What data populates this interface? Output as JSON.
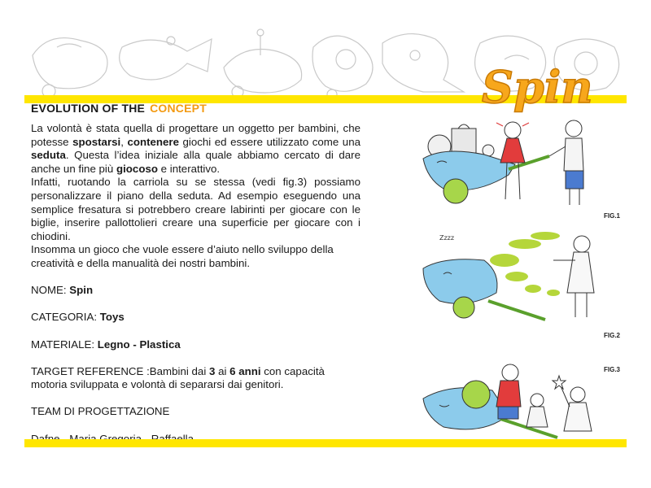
{
  "header": {
    "title_prefix": "EVOLUTION OF THE",
    "title_accent": "CONCEPT",
    "logo_text": "Spin"
  },
  "colors": {
    "accent_orange": "#f39a12",
    "bar_yellow": "#ffe600",
    "product_blue": "#7fc4e8",
    "wheel_green": "#9acd32"
  },
  "intro": {
    "p1_a": "La volontà è stata quella di progettare un oggetto per bambini, che potesse ",
    "p1_b1": "spostarsi",
    "p1_c": ", ",
    "p1_b2": "contenere",
    "p1_d": " giochi ed essere utilizzato come una ",
    "p1_b3": "seduta",
    "p1_e": ". Questa l’idea iniziale alla quale abbiamo cercato di dare anche un fine più ",
    "p1_b4": "giocoso",
    "p1_f": " e interattivo.",
    "p2": "Infatti, ruotando la carriola su se stessa (vedi fig.3) possiamo personalizzare il piano della seduta. Ad esempio eseguendo una semplice fresatura si potrebbero creare labirinti per giocare con le biglie, inserire pallottolieri creare una superficie per giocare con i chiodini.",
    "p3": "Insomma un gioco che vuole essere d’aiuto nello sviluppo della creatività e della manualità dei nostri bambini."
  },
  "fields": {
    "nome_label": "NOME: ",
    "nome_value": "Spin",
    "categoria_label": "CATEGORIA: ",
    "categoria_value": "Toys",
    "materiale_label": "MATERIALE: ",
    "materiale_value": "Legno - Plastica",
    "target_a": "TARGET REFERENCE :Bambini dai ",
    "target_b1": "3",
    "target_c": " ai ",
    "target_b2": "6 anni",
    "target_d": " con capacità motoria sviluppata e volontà di separarsi dai genitori.",
    "team_label": "TEAM DI PROGETTAZIONE",
    "team_names": "Dafne - Maria Gregoria - Raffaella"
  },
  "figures": {
    "fig1": "FIG.1",
    "fig2": "FIG.2",
    "fig3": "FIG.3",
    "sleep_text": "Zzzz"
  }
}
